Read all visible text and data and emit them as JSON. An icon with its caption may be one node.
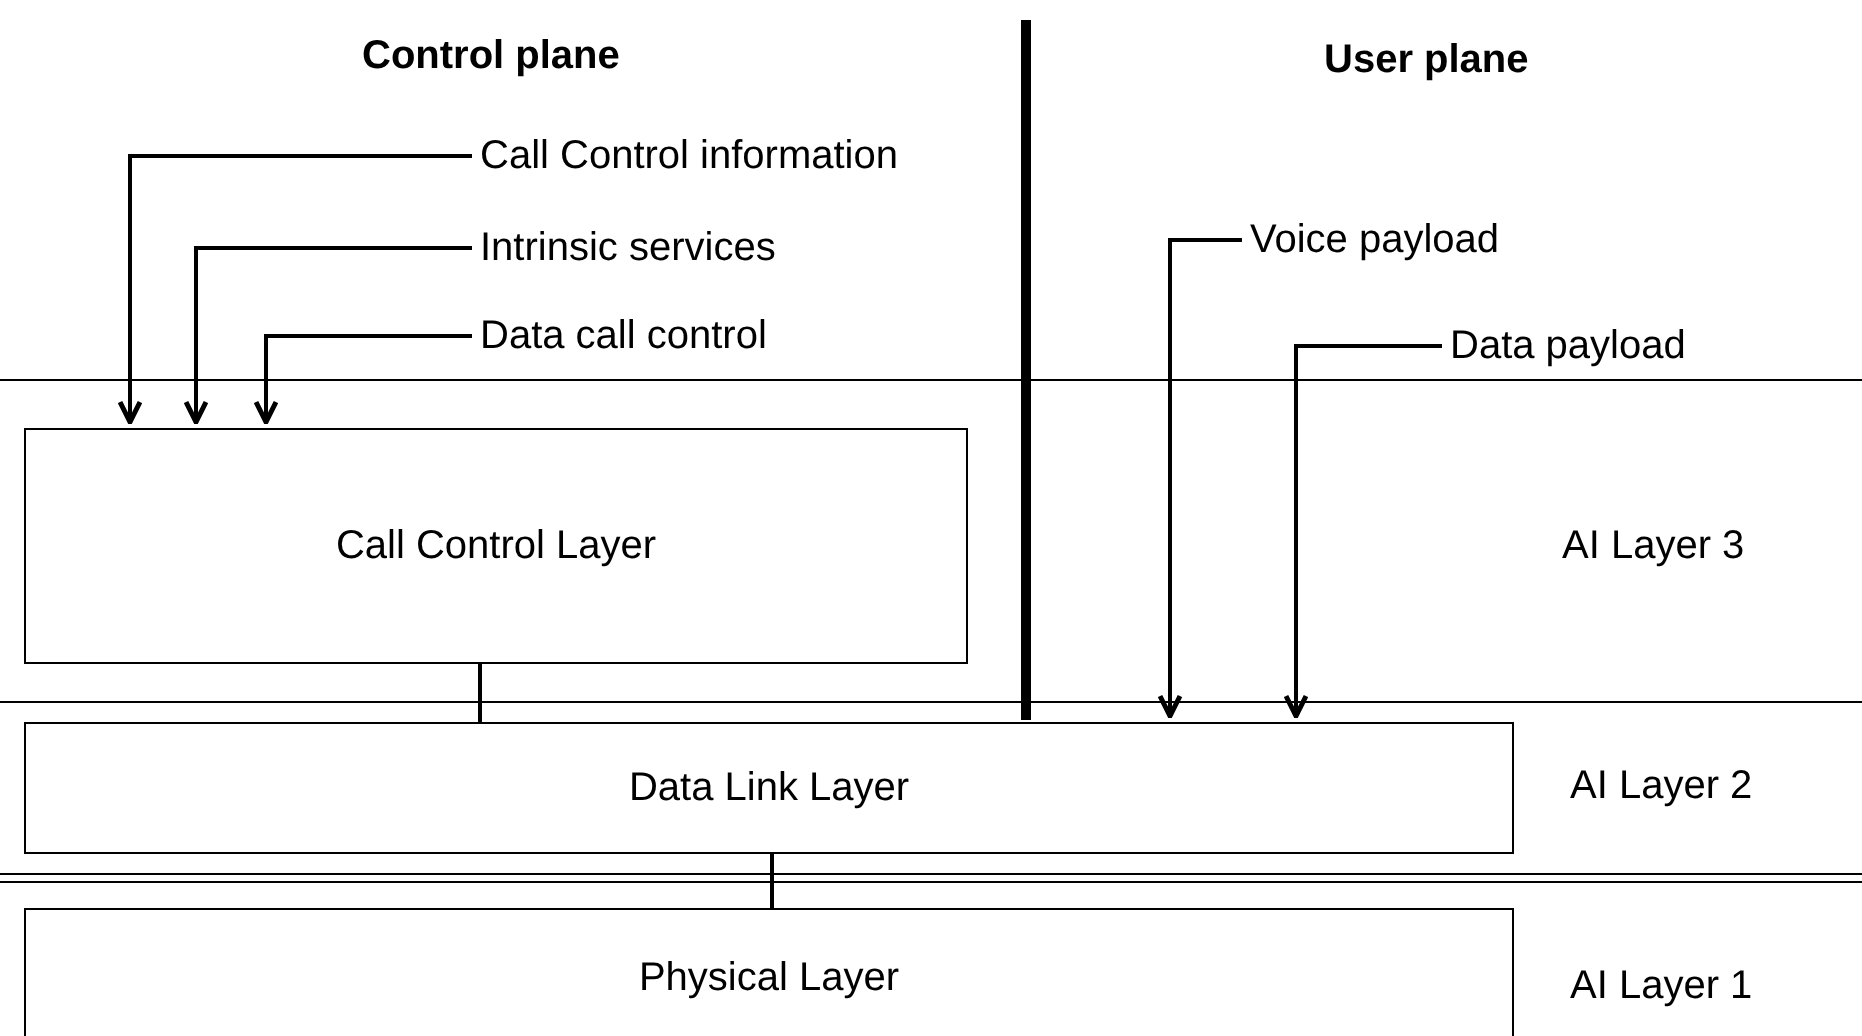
{
  "diagram": {
    "nodes": [
      {
        "text": [
          "Call Control information"
        ]
      },
      {
        "text": [
          "Intrinsic services"
        ]
      },
      {
        "text": [
          "Data call control"
        ]
      },
      {
        "text": [
          "Voice payload"
        ]
      },
      {
        "text": [
          "Data payload"
        ]
      },
      {
        "text": [
          "Call Control Layer"
        ]
      },
      {
        "text": [
          "Data Link Layer"
        ]
      },
      {
        "text": [
          "Physical Layer"
        ]
      }
    ],
    "edges": [
      {
        "from": 0,
        "to": 5,
        "arrow": "to"
      },
      {
        "from": 1,
        "to": 5,
        "arrow": "to"
      },
      {
        "from": 2,
        "to": 5,
        "arrow": "to"
      },
      {
        "from": 3,
        "to": 6,
        "arrow": "to"
      },
      {
        "from": 4,
        "to": 6,
        "arrow": "to"
      },
      {
        "from": 5,
        "to": 6,
        "arrow": "none"
      },
      {
        "from": 6,
        "to": 7,
        "arrow": "none"
      }
    ],
    "labels": [
      "Control plane",
      "User plane",
      "AI Layer 3",
      "AI Layer 2",
      "AI Layer 1"
    ]
  }
}
